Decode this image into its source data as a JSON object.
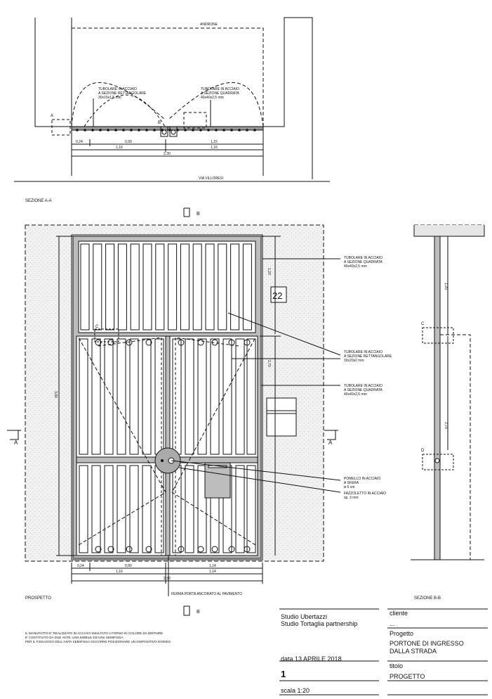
{
  "plan": {
    "top_label": "ANDRONE",
    "bottom_label": "VIA VILLORESI",
    "callout_left": [
      "TUBOLARE IN ACCIAIO",
      "A SEZIONE RETTANGOLARE",
      "30x15x1,5 mm"
    ],
    "callout_right": [
      "TUBOLARE IN ACCIAIO",
      "A SEZIONE QUADRATA",
      "40x40x2,5 mm"
    ],
    "mark_a": "A",
    "mark_b": "B",
    "dims_row1": [
      "0,24",
      "0,90",
      "1,15"
    ],
    "dims_row2": [
      "1,16",
      "1,16"
    ],
    "dim_total": "2,30"
  },
  "section_aa_title": "SEZIONE A-A",
  "elevation": {
    "section_mark_b": "B",
    "section_mark_a": "A",
    "mark_c": "C",
    "house_number": "22",
    "dim_top": "1,20",
    "dim_mid": "2,70",
    "dim_total_height": "3,90",
    "dims_row1": [
      "0,24",
      "0,90",
      "1,14"
    ],
    "dims_row2": [
      "1,16",
      "1,14"
    ],
    "dim_total": "2,30",
    "label_prospetto": "PROSPETTO",
    "label_ferma": "FERMA PORTA ANCORATO AL PAVIMENTO",
    "callouts": [
      [
        "TUBOLARE IN ACCIAIO",
        "A SEZIONE QUADRATA",
        "40x40x2,5 mm"
      ],
      [
        "TUBOLARE IN ACCIAIO",
        "A SEZIONE RETTANGOLARE",
        "30x20x2 mm"
      ],
      [
        "TUBOLARE IN ACCIAIO",
        "A SEZIONE QUADRATA",
        "40x40x2,5 mm"
      ],
      [
        "POMELLO IN ACCIAIO",
        "A SFERA",
        "ø 6 cm"
      ],
      [
        "FAZZOLETTO IN ACCIAIO",
        "sp. 3 mm"
      ]
    ]
  },
  "section_bb": {
    "title": "SEZIONE B-B",
    "dim_top": "1,20",
    "dim_bottom": "2,70",
    "mark_c": "C",
    "mark_d": "D"
  },
  "notes": [
    "IL MANUFATTO E' REALIZZATO IN ACCIAIO SMALTATO A FORNO IN COLORE DA DEFINIRE",
    "E' COSTITUITO DA DUE ANTE: UNA MOBILE ED UNA SEMIFISSA.",
    "PER IL FISSAGGIO DELL'ANTA SEMIFISSA OCCORRE POSIZIONARE UN DISPOSITIVO IDONEO"
  ],
  "title_block": {
    "studio_1": "Studio Ubertazzi",
    "studio_2": "Studio Tortaglia partnership",
    "date": "data 13 APRILE 2018",
    "sheet": "1",
    "scale": "scala 1:20",
    "client_label": "cliente",
    "client_value": "...",
    "project_label": "Progetto",
    "project_line1": "PORTONE DI INGRESSO",
    "project_line2": "DALLA STRADA",
    "title_label": "titolo",
    "title_value": "PROGETTO"
  },
  "colors": {
    "line": "#111111",
    "frame_fill": "#bdbdbd",
    "wall_hatch": "#e6e6e6"
  }
}
